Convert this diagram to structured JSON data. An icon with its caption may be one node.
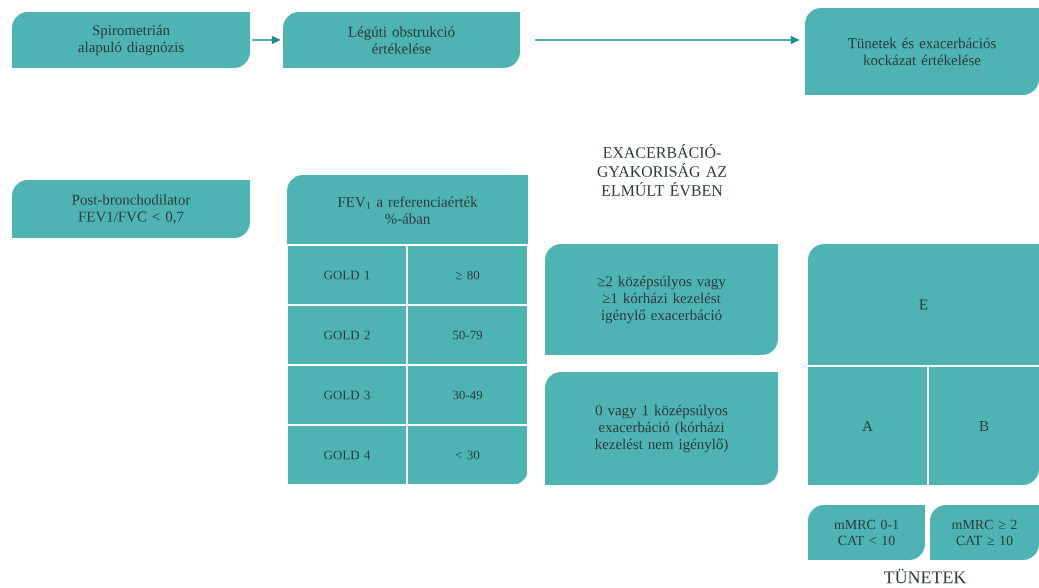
{
  "diagram": {
    "nodes": [
      {
        "text": [
          "Spirometrián alapuló diagnózis"
        ]
      },
      {
        "text": [
          "Légúti obstrukció értékelése"
        ]
      },
      {
        "text": [
          "Tünetek és exacerbációs kockázat értékelése"
        ]
      },
      {
        "text": [
          "Post-bronchodilator FEV1/FVC < 0,7"
        ]
      },
      {
        "text": [
          "FEV$_{1}$ a referenciaérték %-ában"
        ]
      },
      {
        "text": [
          "GOLD 1"
        ],
        "in": 4
      },
      {
        "text": [
          "≥ 80"
        ],
        "in": 4
      },
      {
        "text": [
          "GOLD 2"
        ],
        "in": 4
      },
      {
        "text": [
          "50-79"
        ],
        "in": 4
      },
      {
        "text": [
          "GOLD 3"
        ],
        "in": 4
      },
      {
        "text": [
          "30-49"
        ],
        "in": 4
      },
      {
        "text": [
          "GOLD 4"
        ],
        "in": 4
      },
      {
        "text": [
          "< 30"
        ],
        "in": 4
      },
      {
        "text": [
          "≥2 középsúlyos vagy ≥1 kórházi kezelést igénylő exacerbáció"
        ]
      },
      {
        "text": [
          "0 vagy 1 középsúlyos exacerbáció (kórházi kezelést nem igénylő)"
        ]
      },
      {
        "text": [
          "E"
        ]
      },
      {
        "text": [
          "A"
        ]
      },
      {
        "text": [
          "B"
        ]
      },
      {
        "text": [
          "mMRC 0-1 CAT < 10"
        ]
      },
      {
        "text": [
          "mMRC ≥ 2 CAT ≥ 10"
        ]
      }
    ],
    "edges": [
      {
        "from": 0,
        "to": 1,
        "arrow": "to"
      },
      {
        "from": 1,
        "to": 2,
        "arrow": "to"
      }
    ],
    "labels": [
      "EXACERBÁCIÓ- GYAKORISÁG AZ ELMÚLT ÉVBEN",
      "TÜNETEK"
    ]
  }
}
